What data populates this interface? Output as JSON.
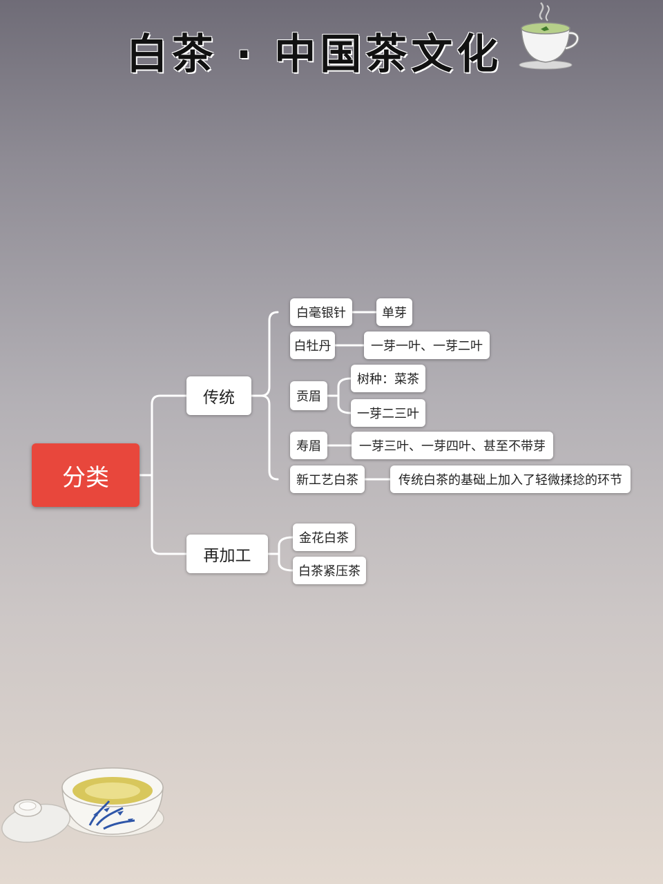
{
  "title": "白茶 · 中国茶文化",
  "root": "分类",
  "branches": [
    {
      "label": "传统",
      "children": [
        {
          "label": "白毫银针",
          "details": [
            "单芽"
          ]
        },
        {
          "label": "白牡丹",
          "details": [
            "一芽一叶、一芽二叶"
          ]
        },
        {
          "label": "贡眉",
          "details": [
            "树种：菜茶",
            "一芽二三叶"
          ]
        },
        {
          "label": "寿眉",
          "details": [
            "一芽三叶、一芽四叶、甚至不带芽"
          ]
        },
        {
          "label": "新工艺白茶",
          "details": [
            "传统白茶的基础上加入了轻微揉捻的环节"
          ]
        }
      ]
    },
    {
      "label": "再加工",
      "children": [
        {
          "label": "金花白茶"
        },
        {
          "label": "白茶紧压茶"
        }
      ]
    }
  ],
  "colors": {
    "root_bg": "#e8473c",
    "node_bg": "#ffffff",
    "line": "#ffffff"
  }
}
